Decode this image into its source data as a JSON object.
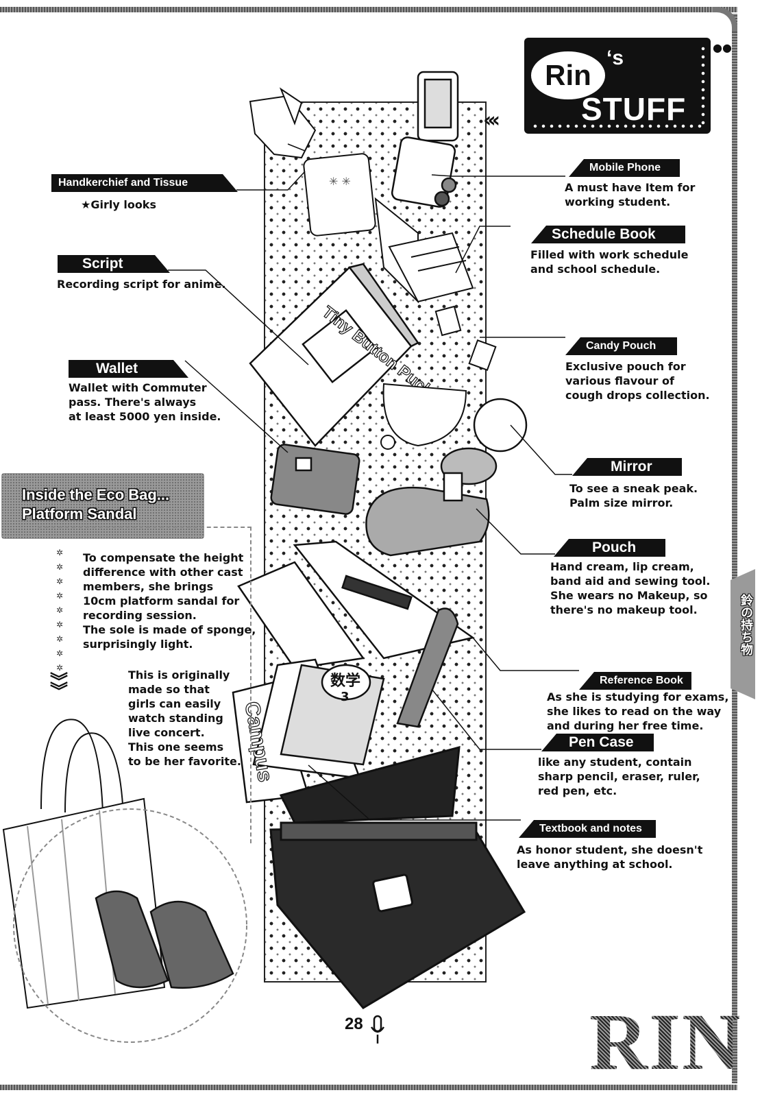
{
  "title": {
    "name": "Rin",
    "apostrophe": "‘s",
    "word": "STUFF"
  },
  "items": {
    "handkerchief": {
      "label": "Handkerchief and Tissue",
      "desc": "★Girly looks"
    },
    "script": {
      "label": "Script",
      "desc": "Recording script for anime."
    },
    "wallet": {
      "label": "Wallet",
      "desc": "Wallet with Commuter\npass. There's always\nat least 5000 yen inside."
    },
    "mobile": {
      "label": "Mobile Phone",
      "desc": "A must have Item for\nworking student."
    },
    "schedule": {
      "label": "Schedule Book",
      "desc": "Filled with work schedule\nand school schedule."
    },
    "candy": {
      "label": "Candy Pouch",
      "desc": "Exclusive pouch for\nvarious flavour of\ncough drops collection."
    },
    "mirror": {
      "label": "Mirror",
      "desc": "To see a sneak peak.\nPalm size mirror."
    },
    "pouch": {
      "label": "Pouch",
      "desc": "Hand cream, lip cream,\nband aid and sewing tool.\nShe wears no Makeup, so\nthere's no makeup tool."
    },
    "reference": {
      "label": "Reference Book",
      "desc": "As she is studying for exams,\nshe likes to read on the way\nand during her free time."
    },
    "pencase": {
      "label": "Pen Case",
      "desc": "like any student, contain\nsharp pencil, eraser, ruler,\nred pen, etc."
    },
    "textbook": {
      "label": "Textbook and notes",
      "desc": "As honor student, she doesn't\nleave anything at school."
    }
  },
  "eco_bag": {
    "title": "Inside the Eco Bag...\nPlatform Sandal",
    "text1": "To compensate the height\ndifference with other cast\nmembers, she brings\n10cm platform sandal for\nrecording session.\nThe sole is made of sponge,\nsurprisingly light.",
    "text2": "This is originally\nmade so that\ngirls can easily\nwatch standing\nlive concert.\nThis one seems\nto be her favorite."
  },
  "art_text": {
    "script_cover": "Tiny Button Puchi",
    "book_title": "数学",
    "book_number": "3",
    "notebook_brand": "Campus"
  },
  "side_tab": "鈴の持ち物",
  "footer": {
    "page_number": "28",
    "signature": "RIN"
  }
}
